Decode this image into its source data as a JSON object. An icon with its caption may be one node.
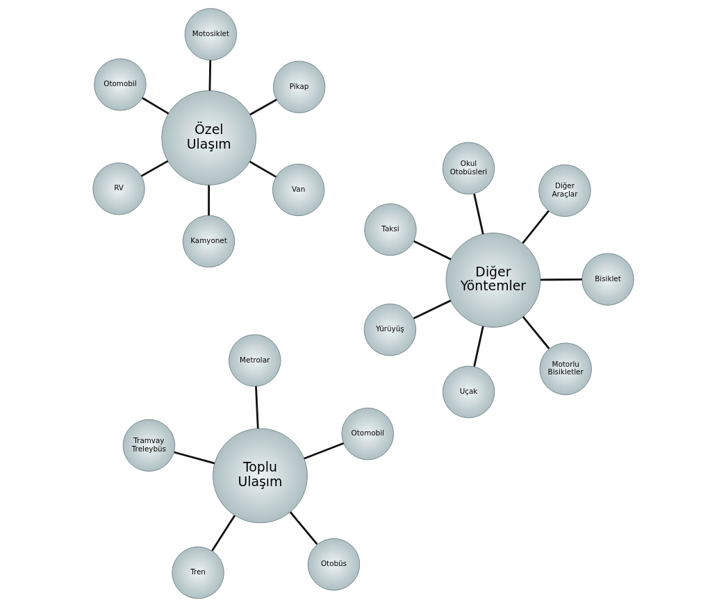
{
  "diagram": {
    "nodes": [
      {
        "text": [
          "Özel Ulaşım"
        ]
      },
      {
        "text": [
          "Van"
        ]
      },
      {
        "text": [
          "Kamyonet"
        ]
      },
      {
        "text": [
          "Otomobil"
        ]
      },
      {
        "text": [
          "Pikap"
        ]
      },
      {
        "text": [
          "Motosiklet"
        ]
      },
      {
        "text": [
          "RV"
        ]
      },
      {
        "text": [
          "Toplu Ulaşım"
        ]
      },
      {
        "text": [
          "Otobüs"
        ]
      },
      {
        "text": [
          "Tren"
        ]
      },
      {
        "text": [
          "Tramvay Treleybüs"
        ]
      },
      {
        "text": [
          "Otomobil"
        ]
      },
      {
        "text": [
          "Metrolar"
        ]
      },
      {
        "text": [
          "Diğer Yöntemler"
        ]
      },
      {
        "text": [
          "Bisiklet"
        ]
      },
      {
        "text": [
          "Uçak"
        ]
      },
      {
        "text": [
          "Taksi"
        ]
      },
      {
        "text": [
          "Diğer Araçlar"
        ]
      },
      {
        "text": [
          "Okul Otobüsleri"
        ]
      },
      {
        "text": [
          "Yürüyüş"
        ]
      },
      {
        "text": [
          "Motorlu Bisikletler"
        ]
      }
    ],
    "edges": [
      {
        "from": 0,
        "to": 1,
        "arrow": "none"
      },
      {
        "from": 0,
        "to": 2,
        "arrow": "none"
      },
      {
        "from": 0,
        "to": 3,
        "arrow": "none"
      },
      {
        "from": 0,
        "to": 4,
        "arrow": "none"
      },
      {
        "from": 0,
        "to": 5,
        "arrow": "none"
      },
      {
        "from": 0,
        "to": 6,
        "arrow": "none"
      },
      {
        "from": 7,
        "to": 8,
        "arrow": "none"
      },
      {
        "from": 7,
        "to": 9,
        "arrow": "none"
      },
      {
        "from": 7,
        "to": 10,
        "arrow": "none"
      },
      {
        "from": 7,
        "to": 11,
        "arrow": "none"
      },
      {
        "from": 7,
        "to": 12,
        "arrow": "none"
      },
      {
        "from": 13,
        "to": 14,
        "arrow": "none"
      },
      {
        "from": 13,
        "to": 15,
        "arrow": "none"
      },
      {
        "from": 13,
        "to": 16,
        "arrow": "none"
      },
      {
        "from": 13,
        "to": 17,
        "arrow": "none"
      },
      {
        "from": 13,
        "to": 18,
        "arrow": "none"
      },
      {
        "from": 13,
        "to": 19,
        "arrow": "none"
      },
      {
        "from": 13,
        "to": 20,
        "arrow": "none"
      }
    ]
  }
}
